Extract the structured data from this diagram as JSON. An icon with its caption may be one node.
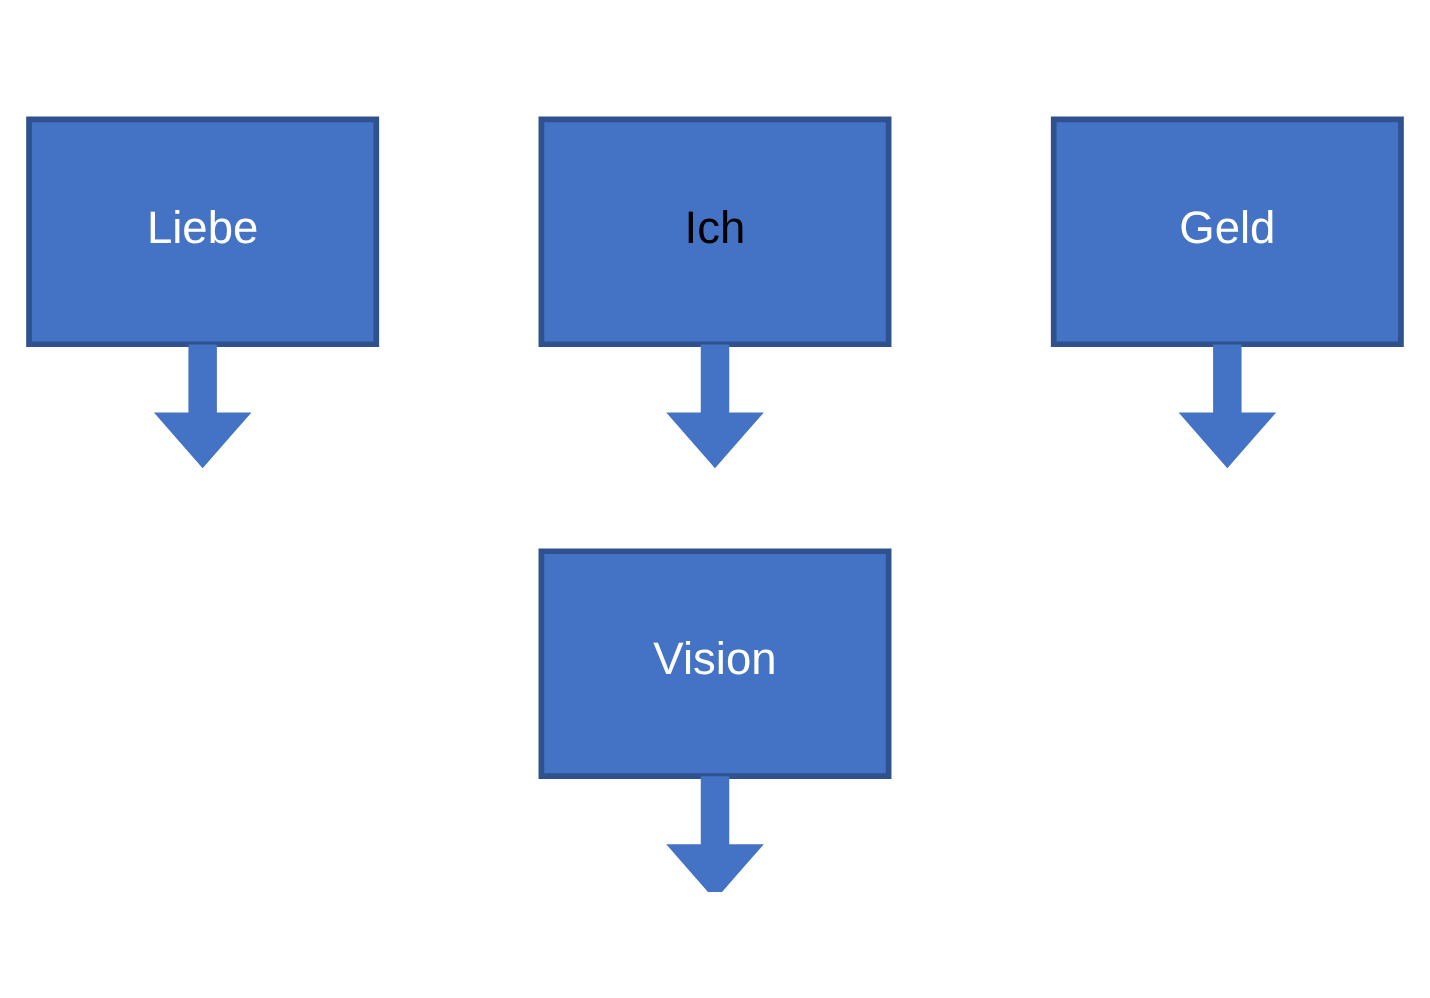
{
  "diagram": {
    "nodes": [
      {
        "text": [
          "Liebe"
        ]
      },
      {
        "text": [
          "Ich"
        ]
      },
      {
        "text": [
          "Geld"
        ]
      },
      {
        "text": [
          "Vision"
        ]
      }
    ],
    "edges": [
      {
        "from": 0,
        "to": null,
        "arrow": "to"
      },
      {
        "from": 1,
        "to": null,
        "arrow": "to"
      },
      {
        "from": 2,
        "to": null,
        "arrow": "to"
      },
      {
        "from": 3,
        "to": null,
        "arrow": "to"
      }
    ]
  }
}
